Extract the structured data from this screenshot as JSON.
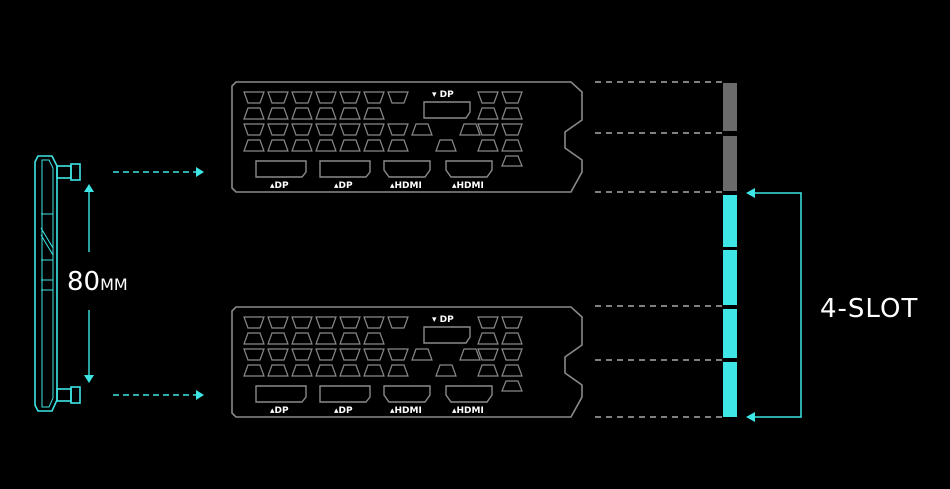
{
  "colors": {
    "background": "#000000",
    "outline": "#8a8a8a",
    "accent": "#3ee6e6",
    "slot_inactive": "#6b6b6b",
    "text": "#ffffff"
  },
  "dimension_label": {
    "value": "80",
    "unit": "MM"
  },
  "slot_label": "4-SLOT",
  "cards": [
    {
      "top_port": "DP",
      "bottom_ports": [
        "DP",
        "DP",
        "HDMI",
        "HDMI"
      ]
    },
    {
      "top_port": "DP",
      "bottom_ports": [
        "DP",
        "DP",
        "HDMI",
        "HDMI"
      ]
    }
  ],
  "slots": {
    "total": 6,
    "highlighted": 4
  },
  "icons": [
    "bracket-side-view-icon",
    "dimension-arrow-icon",
    "dashed-arrow-icon",
    "vent-grille-icon",
    "displayport-icon",
    "hdmi-icon",
    "bracket-arrow-icon"
  ]
}
